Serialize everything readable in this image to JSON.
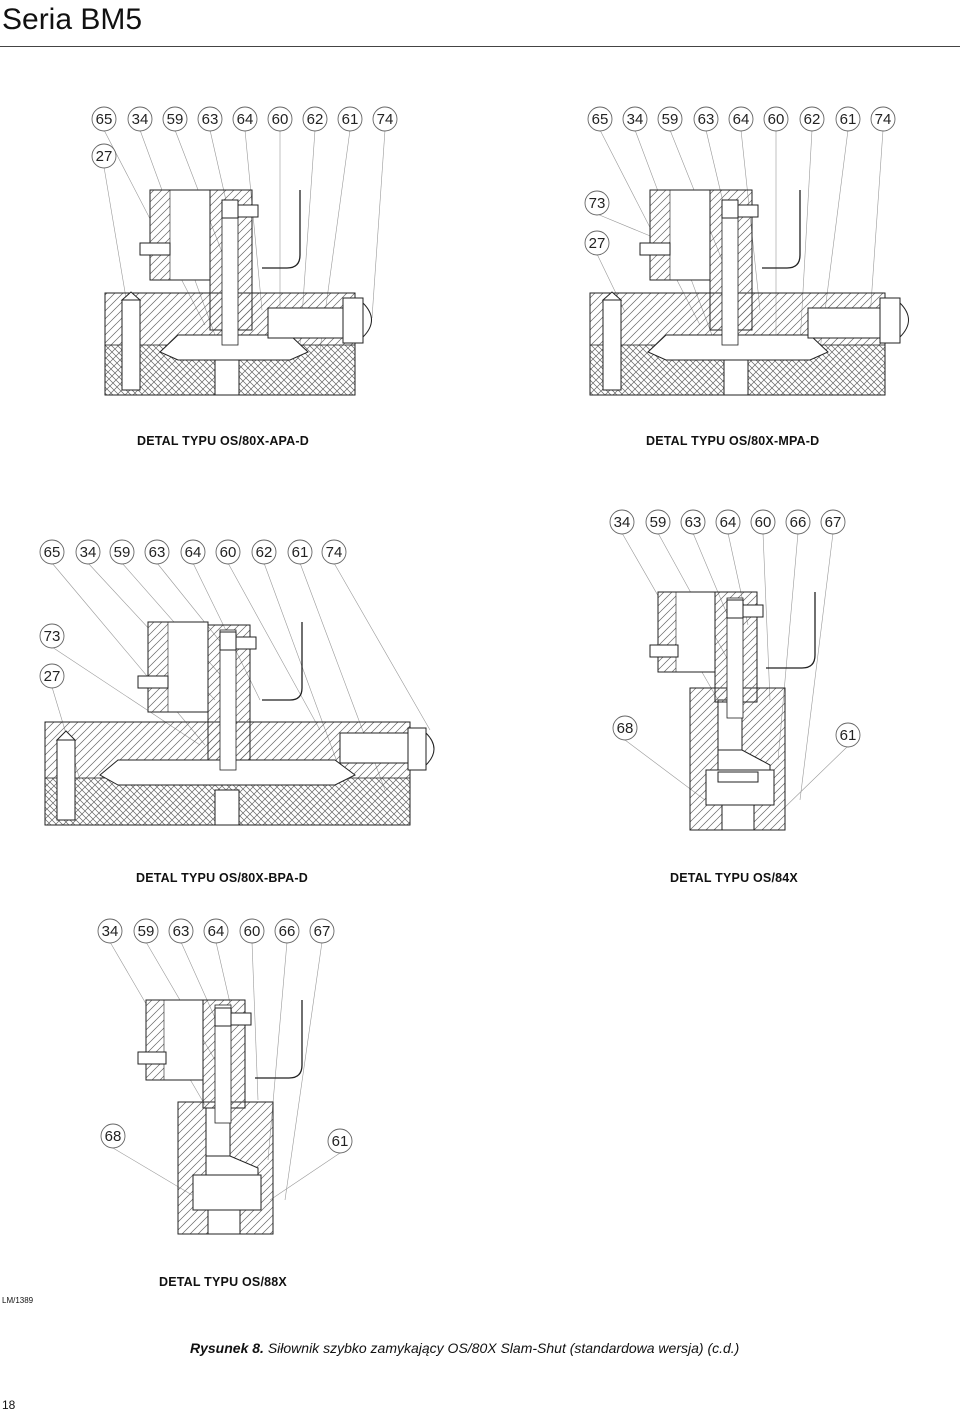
{
  "header": {
    "title": "Seria BM5"
  },
  "details": [
    {
      "caption": "DETAL TYPU OS/80X-APA-D",
      "top_row": [
        "65",
        "34",
        "59",
        "63",
        "64",
        "60",
        "62",
        "61",
        "74"
      ],
      "side": [
        "27"
      ]
    },
    {
      "caption": "DETAL TYPU OS/80X-MPA-D",
      "top_row": [
        "65",
        "34",
        "59",
        "63",
        "64",
        "60",
        "62",
        "61",
        "74"
      ],
      "side": [
        "73",
        "27"
      ]
    },
    {
      "caption": "DETAL TYPU OS/80X-BPA-D",
      "top_row": [
        "65",
        "34",
        "59",
        "63",
        "64",
        "60",
        "62",
        "61",
        "74"
      ],
      "side": [
        "73",
        "27"
      ]
    },
    {
      "caption": "DETAL TYPU OS/84X",
      "top_row": [
        "34",
        "59",
        "63",
        "64",
        "60",
        "66",
        "67"
      ],
      "side": [
        "68",
        "61"
      ]
    },
    {
      "caption": "DETAL TYPU OS/88X",
      "top_row": [
        "34",
        "59",
        "63",
        "64",
        "60",
        "66",
        "67"
      ],
      "side": [
        "68",
        "61"
      ]
    }
  ],
  "footer": {
    "code": "LM/1389",
    "figure_label": "Rysunek 8.",
    "figure_text": "Siłownik szybko zamykający OS/80X Slam-Shut (standardowa wersja) (c.d.)",
    "page_number": "18"
  }
}
